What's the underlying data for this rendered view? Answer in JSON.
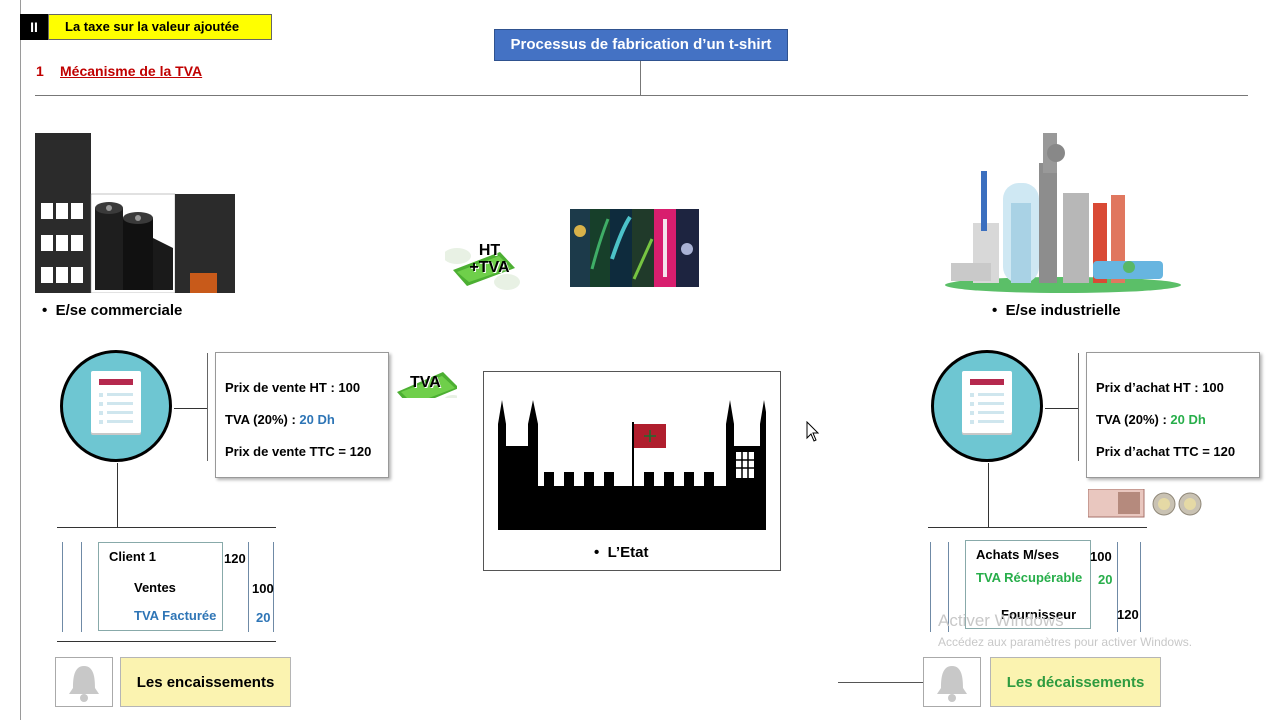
{
  "section": {
    "number": "II",
    "title": "La taxe sur la valeur ajoutée"
  },
  "subsection": {
    "number": "1",
    "title": "Mécanisme de la TVA"
  },
  "process_title": "Processus de fabrication d’un t-shirt",
  "commercial": {
    "label": "E/se commerciale",
    "box": {
      "line1": "Prix de vente HT : 100",
      "line2_label": "TVA  (20%) : ",
      "line2_value": "20 Dh",
      "line3": "Prix  de vente TTC = 120"
    },
    "ledger": {
      "account": "Client 1",
      "account_amount": "120",
      "ventes": "Ventes",
      "ventes_amount": "100",
      "tva": "TVA Facturée",
      "tva_amount": "20"
    },
    "button": "Les encaissements"
  },
  "industrial": {
    "label": "E/se industrielle",
    "box": {
      "line1": "Prix d’achat HT : 100",
      "line2_label": "TVA  (20%) : ",
      "line2_value": "20 Dh",
      "line3": "Prix  d’achat TTC = 120"
    },
    "ledger": {
      "account": "Achats M/ses",
      "account_amount": "100",
      "tva": "TVA Récupérable",
      "tva_amount": "20",
      "fournisseur": "Fournisseur",
      "fournisseur_amount": "120"
    },
    "button": "Les décaissements"
  },
  "money_ht_tva": {
    "line1": "HT",
    "line2": "+TVA"
  },
  "money_tva": "TVA",
  "state_label": "L’Etat",
  "watermark": {
    "line1": "Activer Windows",
    "line2": "Accédez aux paramètres pour activer Windows."
  },
  "colors": {
    "blue_box": "#4472c4",
    "title_red": "#c00000",
    "tva_blue": "#2e75b6",
    "tva_green": "#27ae4a",
    "button_yellow": "#fbf3b0"
  }
}
